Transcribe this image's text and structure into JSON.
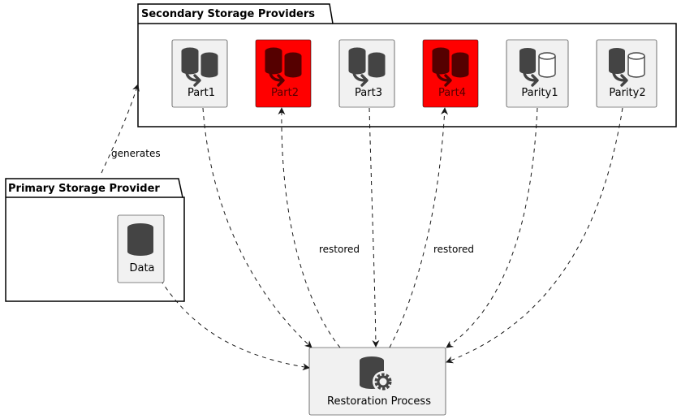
{
  "secondary_package": {
    "title": "Secondary Storage Providers"
  },
  "primary_package": {
    "title": "Primary Storage Provider"
  },
  "nodes": {
    "part1": {
      "label": "Part1",
      "failed": false
    },
    "part2": {
      "label": "Part2",
      "failed": true
    },
    "part3": {
      "label": "Part3",
      "failed": false
    },
    "part4": {
      "label": "Part4",
      "failed": true
    },
    "parity1": {
      "label": "Parity1",
      "failed": false
    },
    "parity2": {
      "label": "Parity2",
      "failed": false
    },
    "data": {
      "label": "Data",
      "failed": false
    },
    "restoration": {
      "label": "Restoration Process"
    }
  },
  "edge_labels": {
    "generates": "generates",
    "restored_part2": "restored",
    "restored_part4": "restored"
  },
  "colors": {
    "failed_fill": "#ff0000",
    "node_fill": "#f1f1f1",
    "icon_dark": "#444444",
    "icon_failed": "#550000",
    "border": "#000000"
  },
  "icons": {
    "part": "database-sync-icon",
    "parity": "parity-database-icon",
    "data": "database-icon",
    "restoration": "database-gear-icon"
  }
}
